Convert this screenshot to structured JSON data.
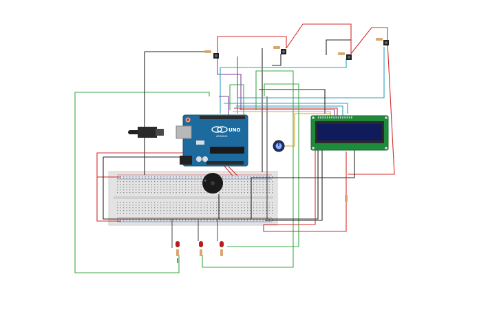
{
  "circuit": {
    "arduino": {
      "brand": "ARDUINO",
      "model": "UNO",
      "colors": {
        "board": "#1d6b9e",
        "header": "#2b2b2b",
        "chip": "#1a1a1a"
      }
    },
    "lcd": {
      "text_line_1": "",
      "text_line_2": "",
      "colors": {
        "pcb": "#1f8a3c",
        "screen": "#0f1b5a"
      }
    },
    "breadboard": {
      "color": "#e2e2e2",
      "rail_red": "#d33",
      "rail_blue": "#3a5bd6"
    },
    "components": [
      "arduino-uno",
      "lcd-16x2",
      "potentiometer",
      "piezo-buzzer",
      "push-button-1",
      "push-button-2",
      "push-button-3",
      "push-button-4",
      "led-1",
      "led-2",
      "led-3",
      "resistors"
    ],
    "wire_colors": {
      "red": "#d12b2b",
      "black": "#222222",
      "green": "#3aa845",
      "blue": "#2a9fc0",
      "purple": "#7a3fa0",
      "orange": "#e0a020",
      "dark": "#444444"
    }
  }
}
